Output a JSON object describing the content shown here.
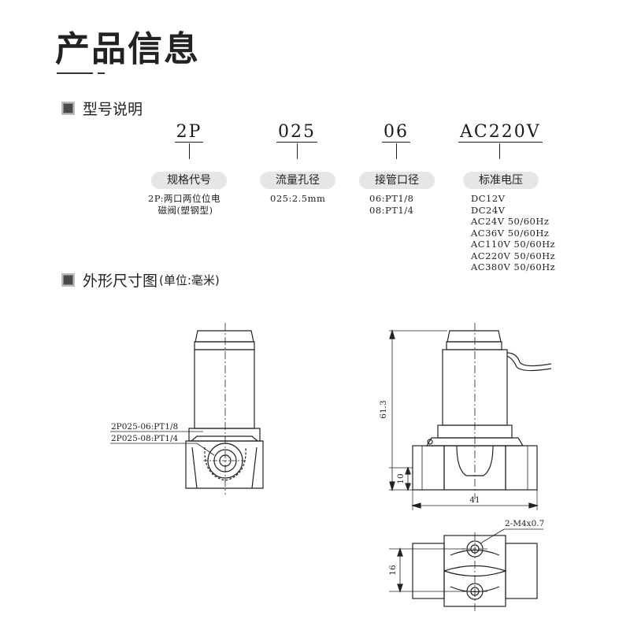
{
  "title": "产品信息",
  "sections": {
    "model": "型号说明",
    "dimensions": "外形尺寸图",
    "dimensions_unit": "(单位:毫米)"
  },
  "model_codes": [
    {
      "code": "2P",
      "label": "规格代号",
      "desc": "2P:两口两位位电\n   磁阀(塑钢型)"
    },
    {
      "code": "025",
      "label": "流量孔径",
      "desc": "025:2.5mm"
    },
    {
      "code": "06",
      "label": "接管口径",
      "desc": "06:PT1/8\n08:PT1/4"
    },
    {
      "code": "AC220V",
      "label": "标准电压",
      "desc": "DC12V\nDC24V\nAC24V 50/60Hz\nAC36V 50/60Hz\nAC110V 50/60Hz\nAC220V 50/60Hz\nAC380V 50/60Hz"
    }
  ],
  "drawing": {
    "port_note_1": "2P025-06:PT1/8",
    "port_note_2": "2P025-08:PT1/4",
    "dim_height": "61.3",
    "dim_base": "10",
    "dim_width": "41",
    "dim_depth": "16",
    "mount_hole": "2-M4x0.7"
  }
}
